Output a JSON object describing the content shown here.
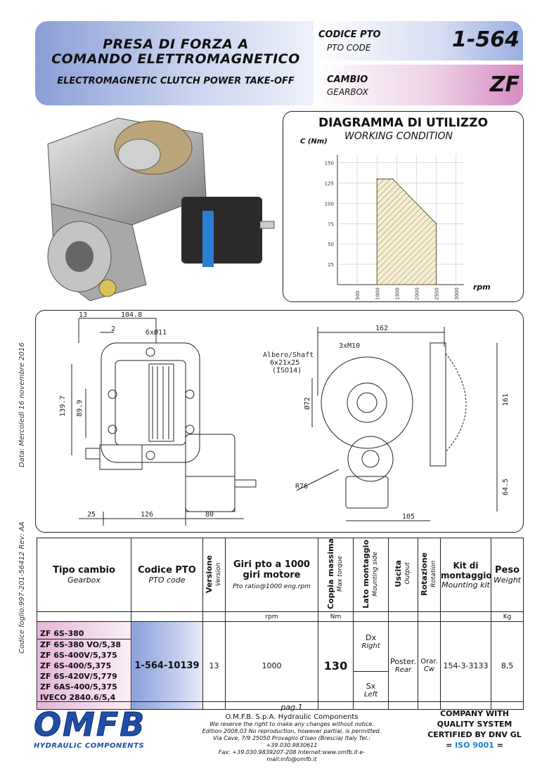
{
  "header": {
    "title_line1": "PRESA DI FORZA A",
    "title_line2": "COMANDO ELETTROMAGNETICO",
    "subtitle": "ELECTROMAGNETIC CLUTCH POWER TAKE-OFF",
    "code_label": "CODICE PTO",
    "code_label_en": "PTO CODE",
    "code_value": "1-564",
    "gearbox_label": "CAMBIO",
    "gearbox_label_en": "GEARBOX",
    "gearbox_value": "ZF"
  },
  "chart_data": {
    "type": "area",
    "title": "DIAGRAMMA DI UTILIZZO",
    "subtitle": "WORKING CONDITION",
    "ylabel": "C (Nm)",
    "xlabel": "rpm",
    "x_ticks": [
      500,
      1000,
      1500,
      2000,
      2500,
      3000
    ],
    "y_ticks": [
      25,
      50,
      75,
      100,
      125,
      150
    ],
    "xlim": [
      0,
      3200
    ],
    "ylim": [
      0,
      160
    ],
    "series": [
      {
        "x": [
          1000,
          1000,
          1400,
          2500,
          2500
        ],
        "y": [
          0,
          130,
          130,
          75,
          0
        ]
      }
    ]
  },
  "drawing": {
    "dims_front": [
      "13",
      "104.8",
      "2",
      "6xØ11",
      "139.7",
      "89.9",
      "25",
      "126",
      "80"
    ],
    "dims_side": [
      "162",
      "3xM10",
      "Albero/Shaft",
      "6x21x25",
      "(ISO14)",
      "Ø72",
      "161",
      "R76",
      "64.5",
      "105"
    ]
  },
  "side_text": {
    "date": "Data: Mercoledì 16 novembre 2016",
    "sheet": "Codice foglio:997-201-56412   Rev: AA"
  },
  "table": {
    "h_gearbox": "Tipo cambio",
    "h_gearbox_en": "Gearbox",
    "h_code": "Codice PTO",
    "h_code_en": "PTO code",
    "h_version": "Versione",
    "h_version_en": "Version",
    "h_ratio": "Giri pto a 1000 giri motore",
    "h_ratio_en": "Pto ratio@1000 eng.rpm",
    "h_torque": "Coppia massima",
    "h_torque_en": "Max torque",
    "h_side": "Lato montaggio",
    "h_side_en": "Mounting side",
    "h_output": "Uscita",
    "h_output_en": "Output",
    "h_rot": "Rotazione",
    "h_rot_en": "Rotation",
    "h_kit": "Kit di montaggio",
    "h_kit_en": "Mounting kit",
    "h_weight": "Peso",
    "h_weight_en": "Weight",
    "u_rpm": "rpm",
    "u_nm": "Nm",
    "u_kg": "Kg",
    "gearboxes": [
      "ZF 6S-380",
      "ZF 6S-380 VO/5,38",
      "ZF 6S-400V/5,375",
      "ZF 6S-400/5,375",
      "ZF 6S-420V/5,779",
      "ZF 6AS-400/5,375",
      "IVECO 2840.6/5,4"
    ],
    "code": "1-564-10139",
    "version": "13",
    "ratio": "1000",
    "torque": "130",
    "side_dx": "Dx",
    "side_dx_en": "Right",
    "side_sx": "Sx",
    "side_sx_en": "Left",
    "output": "Poster.",
    "output_en": "Rear",
    "rotation": "Orar.",
    "rotation_en": "Cw",
    "kit": "154-3-3133",
    "weight": "8,5"
  },
  "footer": {
    "page": "pag.1",
    "company": "O.M.F.B. S.p.A. Hydraulic Components",
    "line1": "We reserve the right to make any changes without notice.",
    "line2": "Edition 2008.03 No reproduction, however partial, is permitted.",
    "line3": "Via Cave, 7/9 25050 Provaglio d'Iseo (Brescia) Italy Tel.: +39.030.9830611",
    "line4": "Fax: +39.030.9839207-208 Internet:www.omfb.it e-mail:info@omfb.it",
    "logo": "OMFB",
    "logo_sub": "HYDRAULIC COMPONENTS",
    "quality1": "COMPANY WITH",
    "quality2": "QUALITY SYSTEM",
    "quality3": "CERTIFIED BY DNV GL",
    "iso": "ISO 9001",
    "iso_eq_left": "=",
    "iso_eq_right": "=",
    "colors": {
      "logo_blue": "#1f4fa8",
      "iso_blue": "#1e7fd0"
    }
  }
}
